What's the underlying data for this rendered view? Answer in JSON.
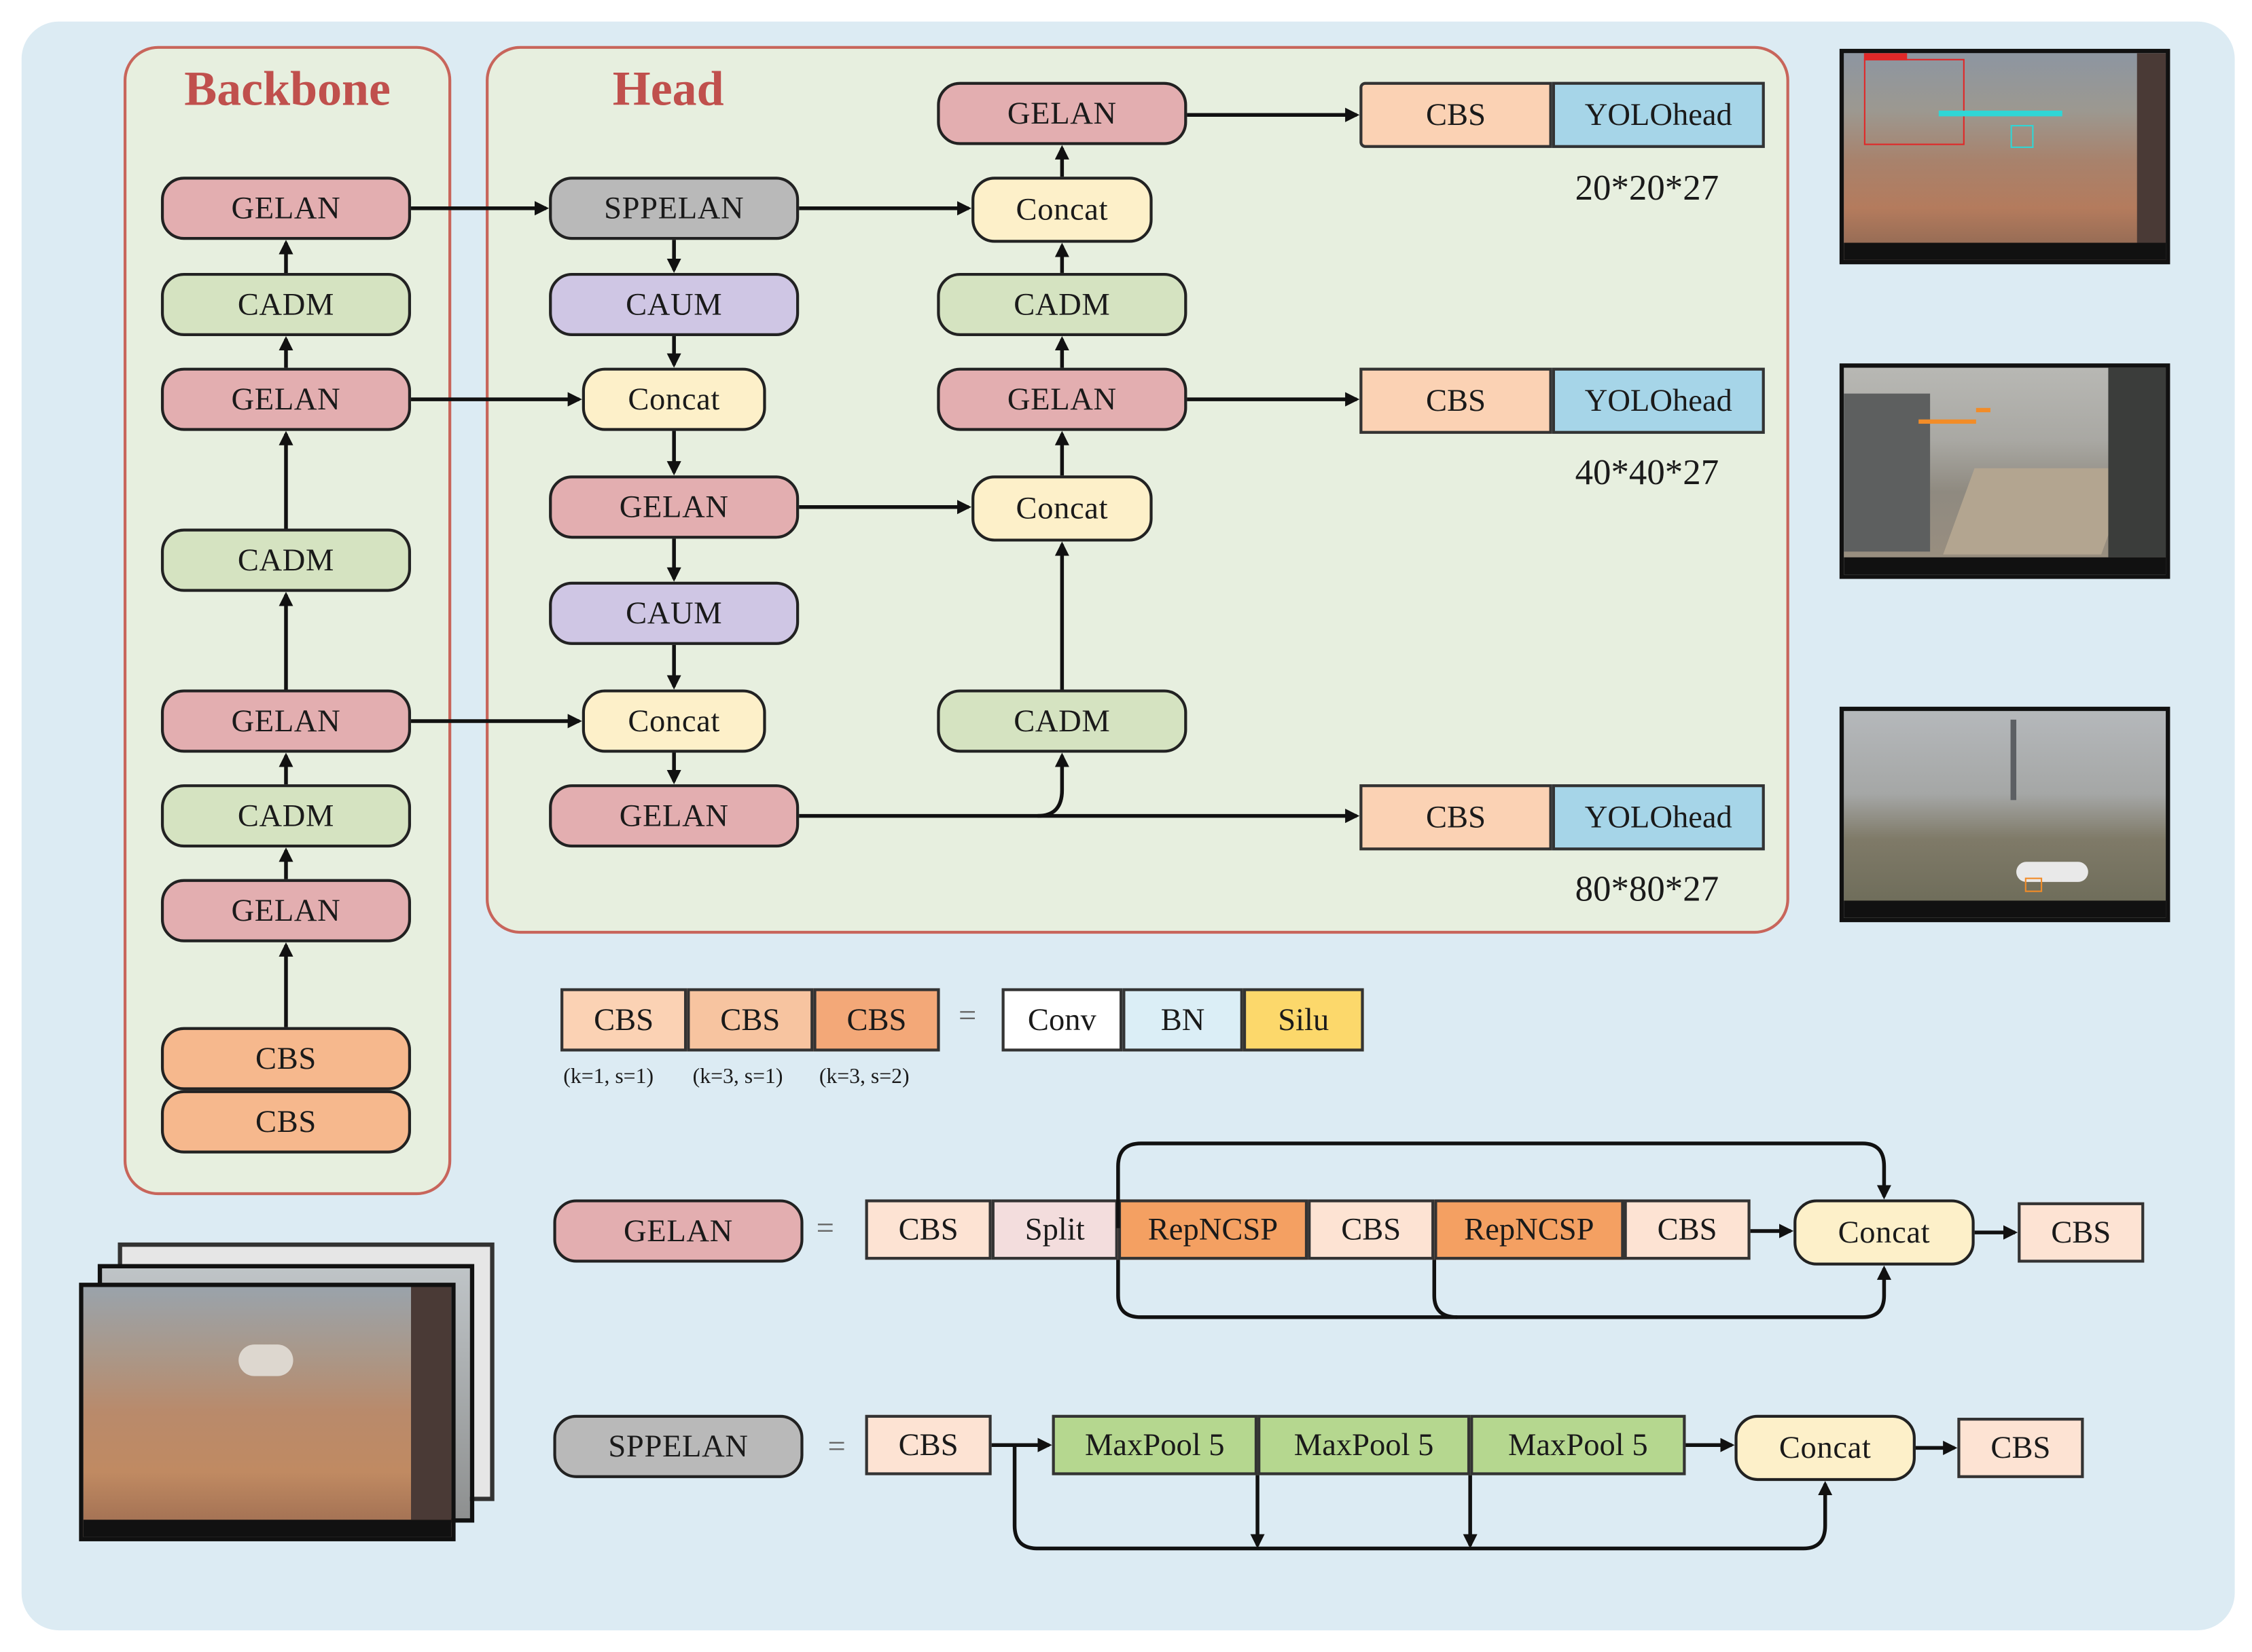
{
  "sections": {
    "backbone_title": "Backbone",
    "head_title": "Head"
  },
  "backbone": {
    "gelan_1": "GELAN",
    "cadm_1": "CADM",
    "gelan_2": "GELAN",
    "cadm_2": "CADM",
    "gelan_3": "GELAN",
    "cadm_3": "CADM",
    "gelan_4": "GELAN",
    "cbs_1": "CBS",
    "cbs_2": "CBS"
  },
  "head": {
    "sppelan": "SPPELAN",
    "caum_1": "CAUM",
    "concat_1": "Concat",
    "gelan_1": "GELAN",
    "caum_2": "CAUM",
    "concat_2": "Concat",
    "gelan_2": "GELAN",
    "gelan_top": "GELAN",
    "concat_top": "Concat",
    "cadm_top": "CADM",
    "gelan_mid": "GELAN",
    "concat_mid": "Concat",
    "cadm_low": "CADM"
  },
  "outputs": [
    {
      "cbs": "CBS",
      "head": "YOLOhead",
      "dim": "20*20*27"
    },
    {
      "cbs": "CBS",
      "head": "YOLOhead",
      "dim": "40*40*27"
    },
    {
      "cbs": "CBS",
      "head": "YOLOhead",
      "dim": "80*80*27"
    }
  ],
  "legend_cbs": {
    "cells": [
      "CBS",
      "CBS",
      "CBS"
    ],
    "params": [
      "(k=1, s=1)",
      "(k=3, s=1)",
      "(k=3, s=2)"
    ],
    "equals": "=",
    "components": [
      "Conv",
      "BN",
      "Silu"
    ]
  },
  "legend_gelan": {
    "name": "GELAN",
    "equals": "=",
    "cells": [
      "CBS",
      "Split",
      "RepNCSP",
      "CBS",
      "RepNCSP",
      "CBS"
    ],
    "concat": "Concat",
    "out": "CBS"
  },
  "legend_sppelan": {
    "name": "SPPELAN",
    "equals": "=",
    "first": "CBS",
    "pools": [
      "MaxPool 5",
      "MaxPool 5",
      "MaxPool 5"
    ],
    "concat": "Concat",
    "out": "CBS"
  },
  "colors": {
    "section_border": "#c8655b",
    "title": "#c0504d",
    "panel": "#dcebf3",
    "section_fill": "#e7efdf"
  }
}
